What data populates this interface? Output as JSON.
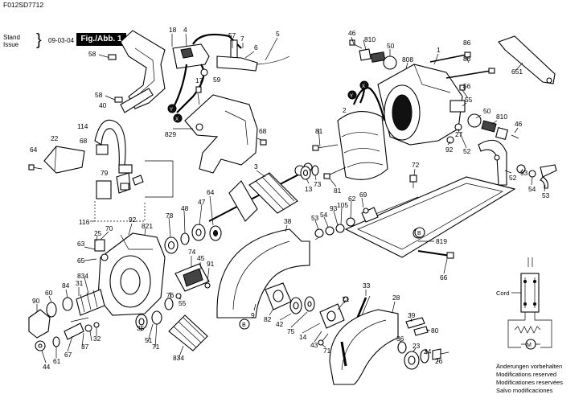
{
  "header": {
    "doc_id": "F012SD7712",
    "stand_label": "Stand",
    "issue_label": "Issue",
    "issue_date": "09-03-04",
    "figure_label": "Fig./Abb. 1"
  },
  "notice_lines": [
    "Änderungen vorbehalten",
    "Modifications reserved",
    "Modificationes reservées",
    "Salvo modificaciones"
  ],
  "cord_label": "Cord",
  "markers": {
    "b": "B",
    "x": "X",
    "y": "Y"
  },
  "part_numbers": {
    "p01": "18",
    "p02": "4",
    "p03": "57",
    "p04": "7",
    "p05": "5",
    "p06": "6",
    "p07": "59",
    "p08": "58",
    "p09": "1",
    "p10": "17",
    "p11": "58",
    "p12": "40",
    "p13": "68",
    "p14": "829",
    "p15": "114",
    "p16": "22",
    "p17": "64",
    "p18": "79",
    "p19": "116",
    "p20": "68",
    "p21": "46",
    "p22": "810",
    "p23": "50",
    "p24": "808",
    "p25": "86",
    "p26": "86",
    "p27": "651",
    "p28": "56",
    "p29": "55",
    "p30": "2",
    "p31": "81",
    "p32": "50",
    "p33": "810",
    "p34": "46",
    "p35": "92",
    "p36": "27",
    "p37": "52",
    "p38": "52",
    "p39": "93",
    "p40": "54",
    "p41": "53",
    "p42": "72",
    "p43": "3",
    "p44": "13",
    "p45": "73",
    "p46": "81",
    "p47": "69",
    "p48": "62",
    "p49": "105",
    "p50": "93",
    "p51": "54",
    "p52": "53",
    "p53": "819",
    "p54": "66",
    "p55": "64",
    "p56": "47",
    "p57": "48",
    "p58": "78",
    "p59": "92",
    "p60": "821",
    "p61": "38",
    "p62": "70",
    "p63": "25",
    "p64": "63",
    "p65": "65",
    "p66": "74",
    "p67": "45",
    "p68": "91",
    "p69": "834",
    "p70": "84",
    "p71": "31",
    "p72": "60",
    "p73": "90",
    "p74": "76",
    "p75": "55",
    "p76": "9",
    "p77": "82",
    "p78": "42",
    "p79": "75",
    "p80": "14",
    "p81": "43",
    "p82": "71",
    "p83": "71",
    "p84": "33",
    "p85": "28",
    "p86": "39",
    "p87": "80",
    "p88": "36",
    "p89": "23",
    "p90": "24",
    "p91": "26",
    "p92": "35",
    "p93": "51",
    "p94": "71",
    "p95": "834",
    "p96": "37",
    "p97": "32",
    "p98": "67",
    "p99": "44",
    "p100": "61"
  }
}
